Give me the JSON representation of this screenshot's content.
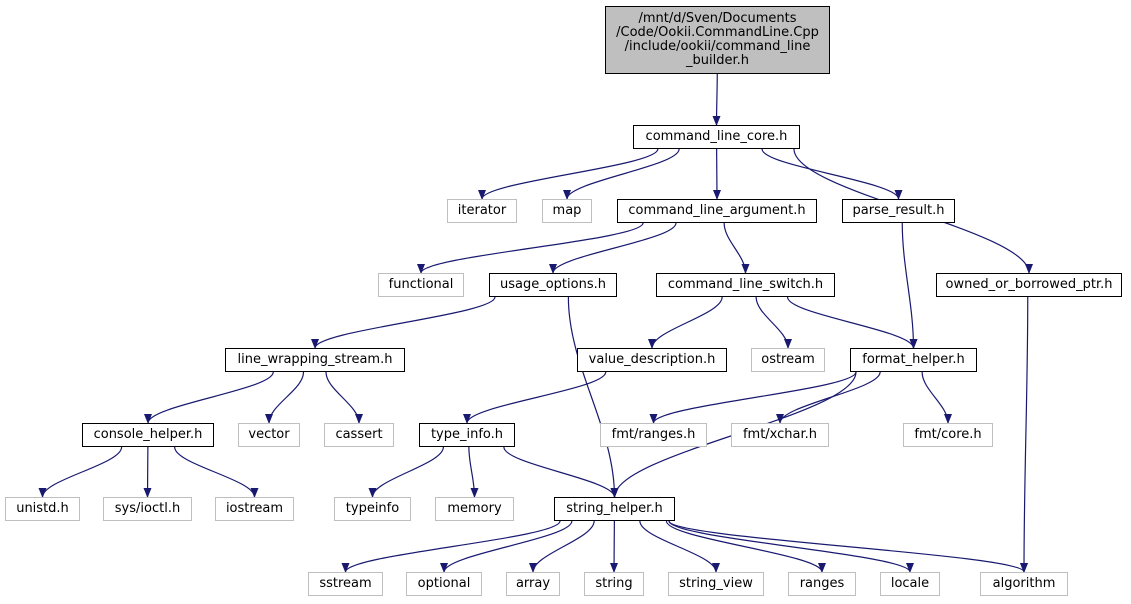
{
  "root": {
    "lines": [
      "/mnt/d/Sven/Documents",
      "/Code/Ookii.CommandLine.Cpp",
      "/include/ookii/command_line",
      "_builder.h"
    ]
  },
  "nodes": {
    "command_line_core": "command_line_core.h",
    "iterator": "iterator",
    "map": "map",
    "command_line_argument": "command_line_argument.h",
    "parse_result": "parse_result.h",
    "functional": "functional",
    "usage_options": "usage_options.h",
    "command_line_switch": "command_line_switch.h",
    "owned_or_borrowed_ptr": "owned_or_borrowed_ptr.h",
    "line_wrapping_stream": "line_wrapping_stream.h",
    "value_description": "value_description.h",
    "ostream": "ostream",
    "format_helper": "format_helper.h",
    "console_helper": "console_helper.h",
    "vector": "vector",
    "cassert": "cassert",
    "type_info": "type_info.h",
    "fmt_ranges": "fmt/ranges.h",
    "fmt_xchar": "fmt/xchar.h",
    "fmt_core": "fmt/core.h",
    "unistd": "unistd.h",
    "sys_ioctl": "sys/ioctl.h",
    "iostream": "iostream",
    "typeinfo": "typeinfo",
    "memory": "memory",
    "string_helper": "string_helper.h",
    "sstream": "sstream",
    "optional": "optional",
    "array": "array",
    "string": "string",
    "string_view": "string_view",
    "ranges": "ranges",
    "locale": "locale",
    "algorithm": "algorithm"
  },
  "edges": [
    [
      "root",
      "command_line_core"
    ],
    [
      "command_line_core",
      "iterator"
    ],
    [
      "command_line_core",
      "map"
    ],
    [
      "command_line_core",
      "command_line_argument"
    ],
    [
      "command_line_core",
      "parse_result"
    ],
    [
      "command_line_core",
      "owned_or_borrowed_ptr"
    ],
    [
      "command_line_argument",
      "functional"
    ],
    [
      "command_line_argument",
      "usage_options"
    ],
    [
      "command_line_argument",
      "command_line_switch"
    ],
    [
      "parse_result",
      "format_helper"
    ],
    [
      "owned_or_borrowed_ptr",
      "algorithm"
    ],
    [
      "usage_options",
      "line_wrapping_stream"
    ],
    [
      "usage_options",
      "string_helper"
    ],
    [
      "command_line_switch",
      "value_description"
    ],
    [
      "command_line_switch",
      "ostream"
    ],
    [
      "command_line_switch",
      "format_helper"
    ],
    [
      "line_wrapping_stream",
      "console_helper"
    ],
    [
      "line_wrapping_stream",
      "vector"
    ],
    [
      "line_wrapping_stream",
      "cassert"
    ],
    [
      "value_description",
      "type_info"
    ],
    [
      "format_helper",
      "fmt_ranges"
    ],
    [
      "format_helper",
      "fmt_xchar"
    ],
    [
      "format_helper",
      "fmt_core"
    ],
    [
      "format_helper",
      "string_helper"
    ],
    [
      "console_helper",
      "unistd"
    ],
    [
      "console_helper",
      "sys_ioctl"
    ],
    [
      "console_helper",
      "iostream"
    ],
    [
      "type_info",
      "typeinfo"
    ],
    [
      "type_info",
      "memory"
    ],
    [
      "type_info",
      "string_helper"
    ],
    [
      "string_helper",
      "sstream"
    ],
    [
      "string_helper",
      "optional"
    ],
    [
      "string_helper",
      "array"
    ],
    [
      "string_helper",
      "string"
    ],
    [
      "string_helper",
      "string_view"
    ],
    [
      "string_helper",
      "ranges"
    ],
    [
      "string_helper",
      "locale"
    ],
    [
      "string_helper",
      "algorithm"
    ]
  ],
  "colors": {
    "edge": "#191970",
    "root_fill": "#bfbfbf",
    "internal_border": "#000000",
    "external_border": "#bfbfbf"
  }
}
